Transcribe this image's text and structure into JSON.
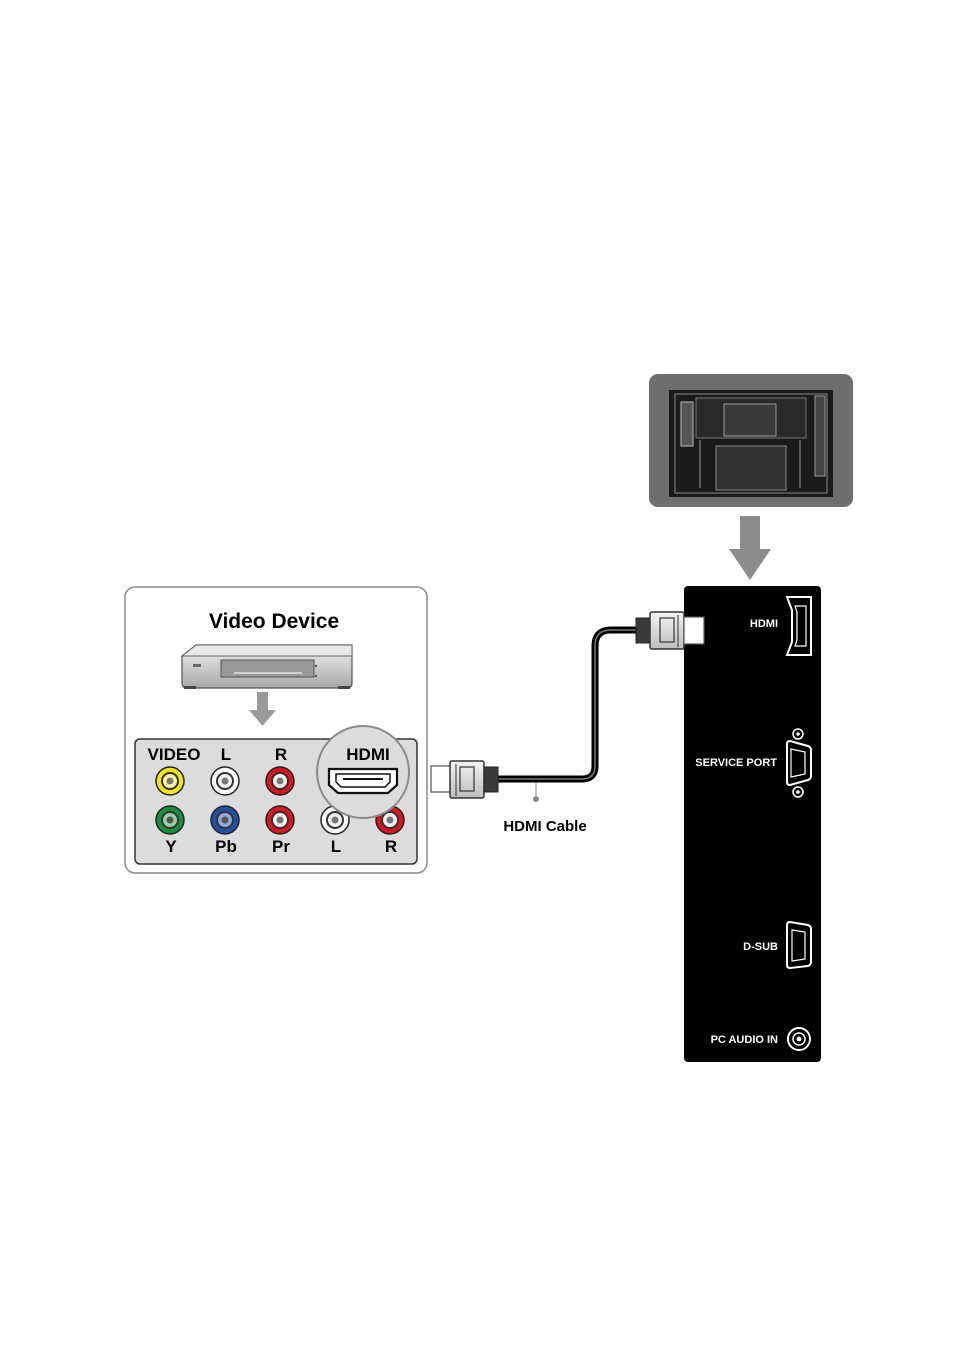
{
  "video_device": {
    "title": "Video Device",
    "top_row_labels": [
      "VIDEO",
      "L",
      "R",
      "HDMI"
    ],
    "bottom_row_labels": [
      "Y",
      "Pb",
      "Pr",
      "L",
      "R"
    ]
  },
  "cable": {
    "label": "HDMI Cable"
  },
  "panel": {
    "hdmi_label": "HDMI",
    "service_port_label": "SERVICE PORT",
    "dsub_label": "D-SUB",
    "pc_audio_label": "PC AUDIO IN"
  },
  "colors": {
    "jack_yellow": "#f2e31a",
    "jack_white": "#ffffff",
    "jack_red": "#d8141c",
    "jack_green": "#1a8f3c",
    "jack_blue": "#1f4fa3",
    "panel_black": "#000000",
    "arrow_gray": "#8c8c8c"
  }
}
